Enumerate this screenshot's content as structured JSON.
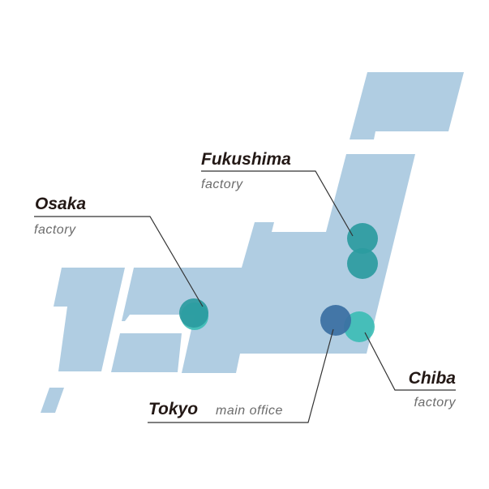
{
  "colors": {
    "land": "#b0cde2",
    "teal_marker": "#2b9ba0",
    "teal_marker_light": "#3bbdb5",
    "blue_marker": "#3a6fa3",
    "text_dark": "#231815",
    "text_gray": "#6b6b6b"
  },
  "locations": {
    "fukushima": {
      "name": "Fukushima",
      "type": "factory"
    },
    "osaka": {
      "name": "Osaka",
      "type": "factory"
    },
    "tokyo": {
      "name": "Tokyo",
      "type": "main office"
    },
    "chiba": {
      "name": "Chiba",
      "type": "factory"
    }
  }
}
